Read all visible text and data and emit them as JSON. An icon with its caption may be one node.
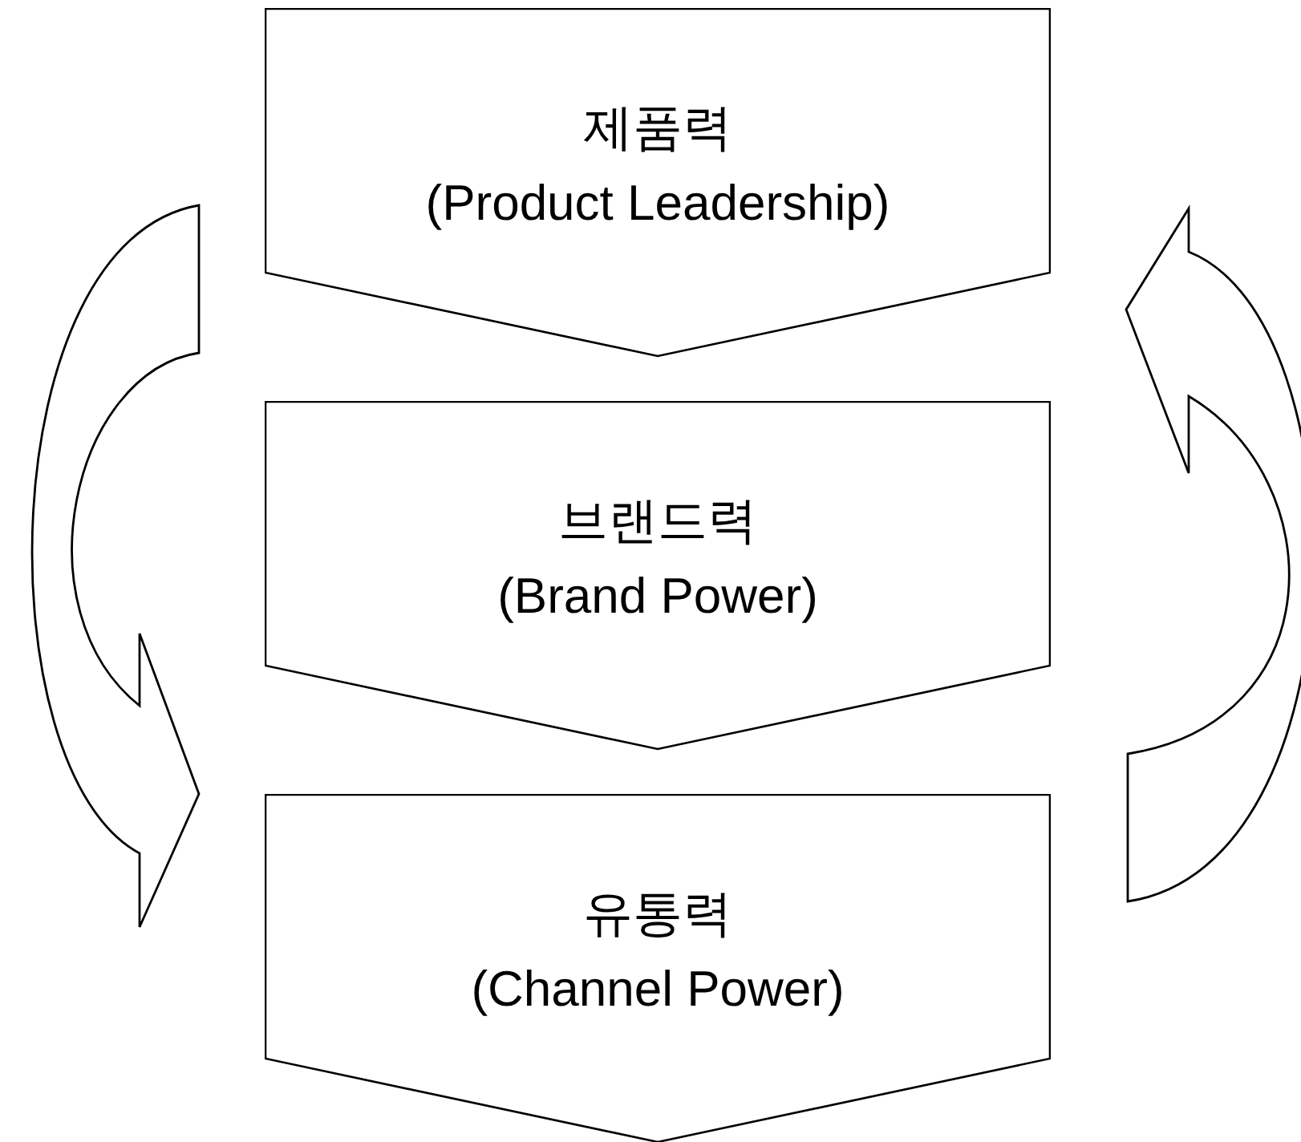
{
  "diagram": {
    "nodes": [
      {
        "text": [
          "제품력",
          "(Product Leadership)"
        ]
      },
      {
        "text": [
          "브랜드력",
          "(Brand Power)"
        ]
      },
      {
        "text": [
          "유통력",
          "(Channel Power)"
        ]
      }
    ],
    "edges": [
      {
        "from": 0,
        "to": 2,
        "arrow": "to"
      },
      {
        "from": 2,
        "to": 0,
        "arrow": "to"
      }
    ]
  }
}
